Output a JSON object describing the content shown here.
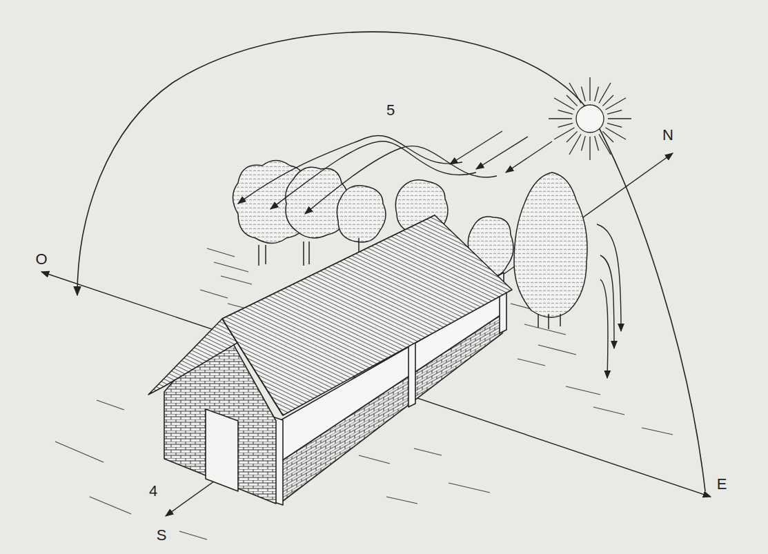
{
  "diagram": {
    "labels": [
      "5",
      "4",
      "O",
      "N",
      "E",
      "S"
    ]
  }
}
